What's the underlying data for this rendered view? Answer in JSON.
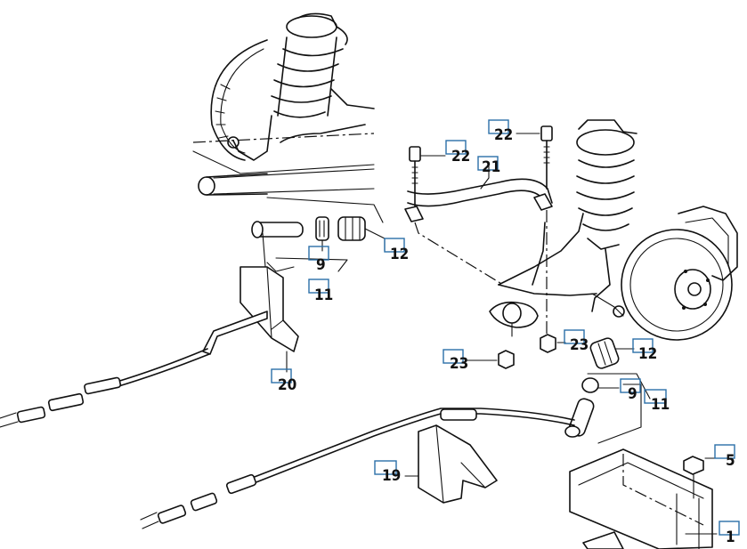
{
  "callouts": {
    "c1": "1",
    "c5": "5",
    "c9a": "9",
    "c9b": "9",
    "c11a": "11",
    "c11b": "11",
    "c12a": "12",
    "c12b": "12",
    "c19": "19",
    "c20": "20",
    "c21": "21",
    "c22a": "22",
    "c22b": "22",
    "c23a": "23",
    "c23b": "23"
  },
  "colors": {
    "line": "#111111",
    "callout_box": "#2a6fa8",
    "background": "#ffffff"
  }
}
